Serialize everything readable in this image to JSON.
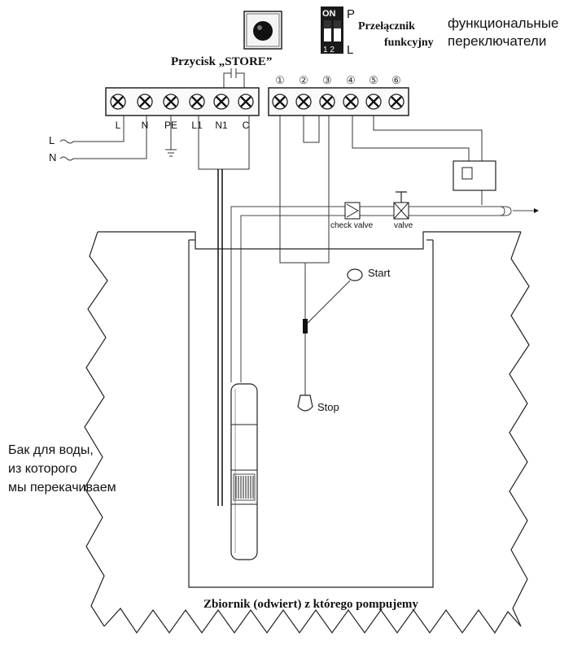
{
  "store_button": {
    "label": "Przycisk „STORE”"
  },
  "dip_switch": {
    "on_label": "ON",
    "positions": "1 2",
    "label_p": "P",
    "label_l": "L",
    "title_line1": "Przełącznik",
    "title_line2": "funkcyjny"
  },
  "russian_switch_label": {
    "line1": "функциональные",
    "line2": "переключатели"
  },
  "left_terminals": [
    "L",
    "N",
    "PE",
    "L1",
    "N1",
    "C"
  ],
  "right_terminals": [
    "①",
    "②",
    "③",
    "④",
    "⑤",
    "⑥"
  ],
  "supply_labels": {
    "l": "L",
    "n": "N"
  },
  "valves": {
    "check_valve": "check valve",
    "valve": "valve"
  },
  "float_labels": {
    "start": "Start",
    "stop": "Stop"
  },
  "tank_caption": "Zbiornik (odwiert) z którego pompujemy",
  "russian_tank_label": {
    "line1": "Бак для воды,",
    "line2": "из которого",
    "line3": "мы перекачиваем"
  }
}
